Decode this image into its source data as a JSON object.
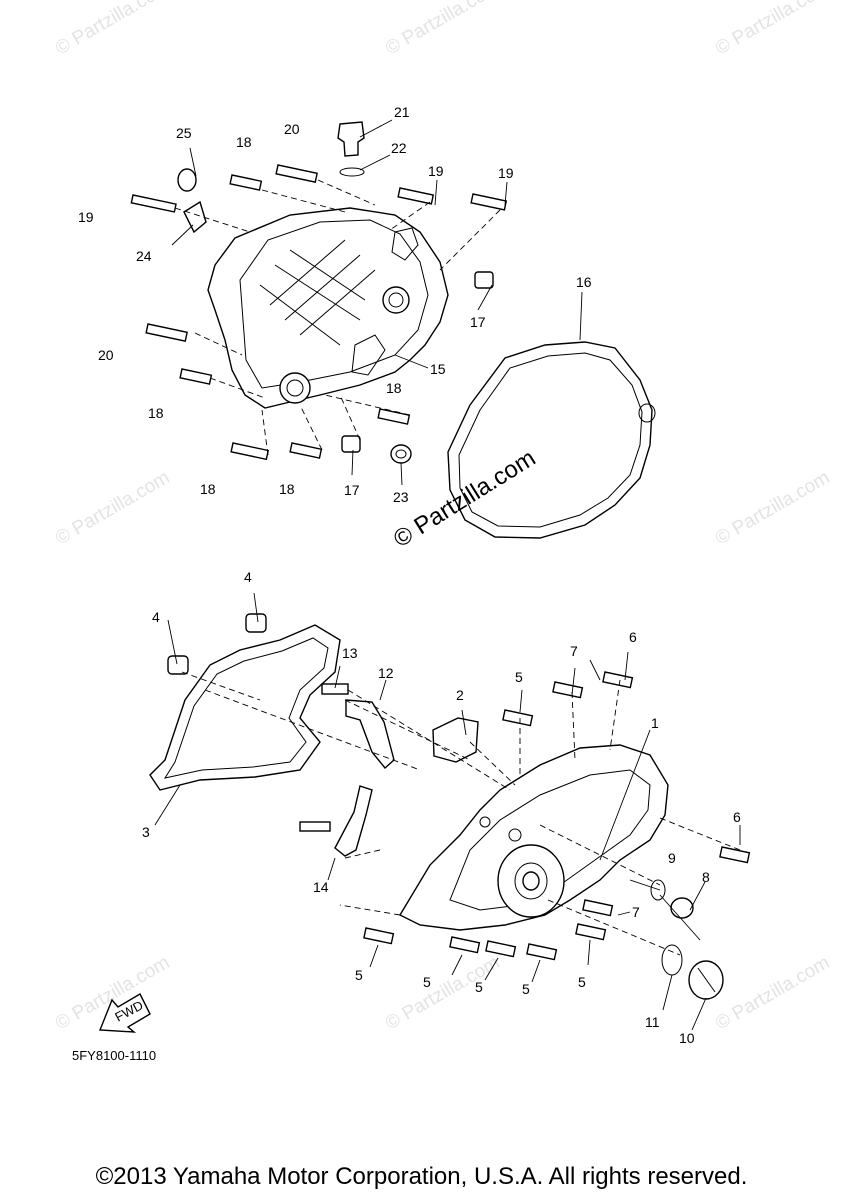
{
  "diagram_code": "5FY8100-1110",
  "fwd_label": "FWD",
  "copyright": "©2013 Yamaha Motor Corporation, U.S.A. All rights reserved.",
  "watermark_center": "© Partzilla.com",
  "watermark_tile": "© Partzilla.com",
  "callouts": {
    "n1": "1",
    "n2": "2",
    "n3": "3",
    "n4a": "4",
    "n4b": "4",
    "n5a": "5",
    "n5b": "5",
    "n5c": "5",
    "n5d": "5",
    "n5e": "5",
    "n5f": "5",
    "n6a": "6",
    "n6b": "6",
    "n7a": "7",
    "n7b": "7",
    "n8": "8",
    "n9": "9",
    "n10": "10",
    "n11": "11",
    "n12": "12",
    "n13": "13",
    "n14": "14",
    "n15": "15",
    "n16": "16",
    "n17a": "17",
    "n17b": "17",
    "n18a": "18",
    "n18b": "18",
    "n18c": "18",
    "n18d": "18",
    "n18e": "18",
    "n19a": "19",
    "n19b": "19",
    "n19c": "19",
    "n20a": "20",
    "n20b": "20",
    "n21": "21",
    "n22": "22",
    "n23": "23",
    "n24": "24",
    "n25": "25"
  }
}
